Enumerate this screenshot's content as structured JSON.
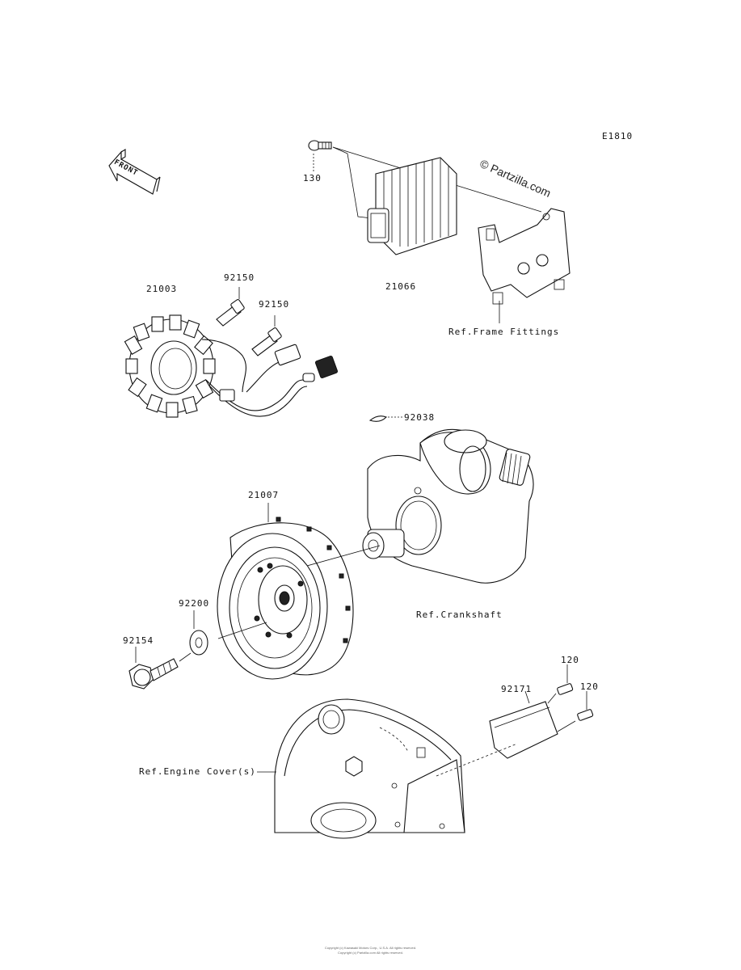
{
  "diagram_code": "E1810",
  "watermark": "© Partzilla.com",
  "front_label": "FRONT",
  "parts": {
    "p130": "130",
    "p21066": "21066",
    "p21003": "21003",
    "p92150a": "92150",
    "p92150b": "92150",
    "p92038": "92038",
    "p21007": "21007",
    "p92200": "92200",
    "p92154": "92154",
    "p120a": "120",
    "p120b": "120",
    "p92171": "92171"
  },
  "refs": {
    "frame_fittings": "Ref.Frame Fittings",
    "crankshaft": "Ref.Crankshaft",
    "engine_cover": "Ref.Engine Cover(s)"
  },
  "footer": {
    "line1": "Copyright (c) Kawasaki Motors Corp., U.S.A. All rights reserved.",
    "line2": "Copyright (c) Partzilla.com All rights reserved."
  }
}
